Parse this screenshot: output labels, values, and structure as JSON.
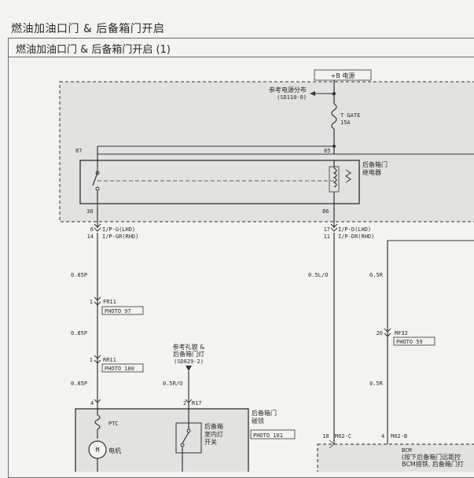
{
  "header": {
    "page_title": "燃油加油口门 & 后备箱门开启",
    "diagram_title": "燃油加油口门 & 后备箱门开启 (1)"
  },
  "supply": {
    "label": "+B 电源",
    "ref_text": "参考电源分布",
    "ref_code": "(SD110-8)",
    "fuse_name": "T GATE",
    "fuse_rating": "15A"
  },
  "relay": {
    "label_line1": "后备箱门",
    "label_line2": "继电器",
    "pin_87": "87",
    "pin_85": "85",
    "pin_30": "30",
    "pin_86": "86"
  },
  "wires": {
    "left_connector_pins": "6",
    "left_connector_pins2": "14",
    "left_connector_1": "I/P-G(LHD)",
    "left_connector_2": "I/P-GR(RHD)",
    "right_connector_pins": "17",
    "right_connector_pins2": "11",
    "right_connector_1": "I/P-D(LHD)",
    "right_connector_2": "I/P-DR(RHD)",
    "left_size_1": "0.85P",
    "left_size_2": "0.85P",
    "left_size_3": "0.85P",
    "middle_size": "0.5L/O",
    "right_size_1": "0.5R",
    "right_size_2": "0.5R",
    "lamp_size": "0.5R/O",
    "fr11_pin": "1",
    "fr11": "FR11",
    "fr11_photo": "PHOTO 97",
    "rr11_pin": "1",
    "rr11": "RR11",
    "rr11_photo": "PHOTO 100",
    "mf32_pin": "20",
    "mf32": "MF32",
    "mf32_photo": "PHOTO 59"
  },
  "lamp_ref": {
    "line1": "参考礼貌 &",
    "line2": "后备箱门灯",
    "code": "(SD029-2)"
  },
  "latch": {
    "pin_left": "4",
    "pin_right": "2",
    "connector": "R17",
    "label_line1": "后备箱门",
    "label_line2": "碰锁",
    "photo": "PHOTO 101",
    "ptc": "PTC",
    "motor_symbol": "M",
    "motor_label": "电机",
    "switch_line1": "后备箱",
    "switch_line2": "室内灯",
    "switch_line3": "开关"
  },
  "bcm": {
    "pin_c": "18",
    "conn_c": "M02-C",
    "pin_b": "4",
    "conn_b": "M02-B",
    "name": "BCM",
    "desc_line1": "(按下后备箱门远距控",
    "desc_line2": "BCM搭铁, 后备箱门打"
  }
}
